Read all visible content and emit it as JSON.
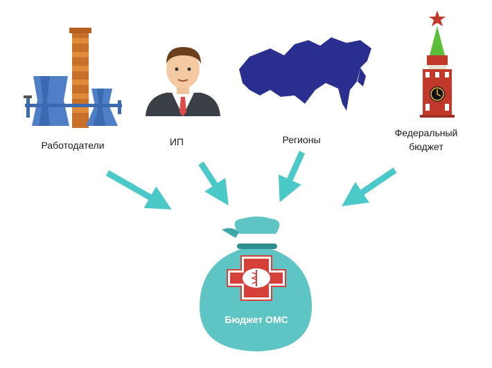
{
  "sources": {
    "employers": "Работодатели",
    "ip": "ИП",
    "regions": "Регионы",
    "federal_line1": "Федеральный",
    "federal_line2": "бюджет"
  },
  "target": {
    "label": "Бюджет ОМС"
  },
  "colors": {
    "arrow": "#4bc8c8",
    "bag": "#5ec4c4",
    "bag_dark": "#3ea8a8",
    "cross_red": "#d6403a",
    "map_blue": "#2a2f8f",
    "tower_red": "#c0392b",
    "tower_green": "#5bbf3a",
    "chimney_orange": "#c8702a",
    "cooling_blue": "#4f7fc6"
  },
  "icons": [
    "factory-icon",
    "businessman-icon",
    "russia-map-icon",
    "kremlin-tower-icon",
    "money-bag-icon",
    "medical-cross-icon"
  ]
}
